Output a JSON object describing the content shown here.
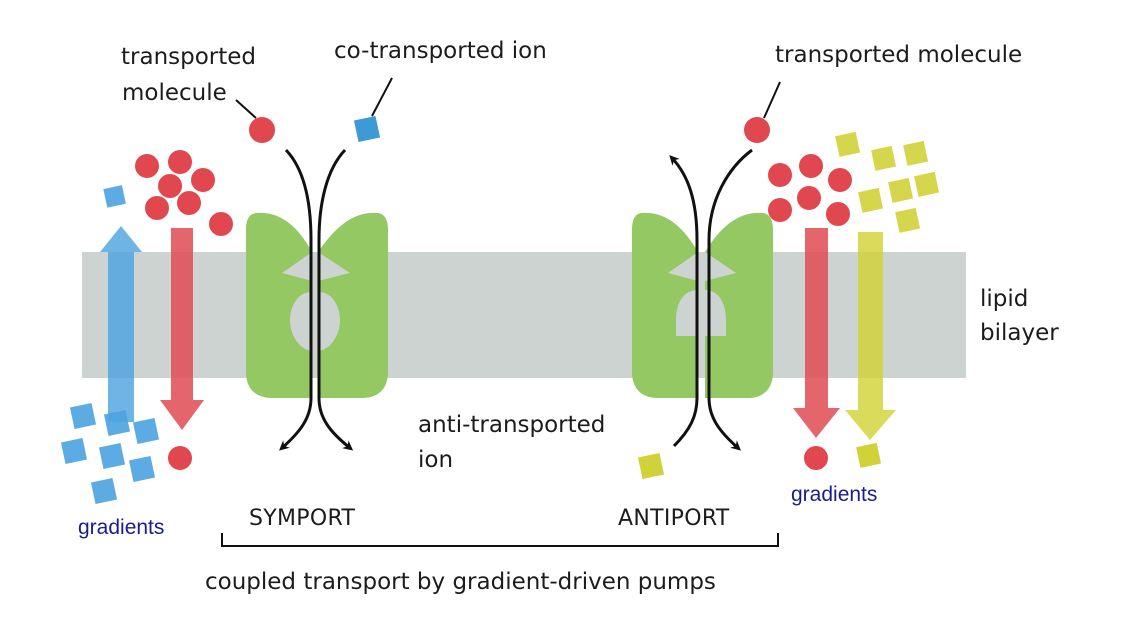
{
  "labels": {
    "transported_molecule_left_line1": "transported",
    "transported_molecule_left_line2": "molecule",
    "co_transported_ion": "co-transported ion",
    "transported_molecule_right": "transported molecule",
    "lipid_line1": "lipid",
    "lipid_line2": "bilayer",
    "anti_ion_line1": "anti-transported",
    "anti_ion_line2": "ion",
    "symport": "SYMPORT",
    "antiport": "ANTIPORT",
    "gradients_left": "gradients",
    "gradients_right": "gradients",
    "caption": "coupled transport by gradient-driven pumps"
  },
  "colors": {
    "membrane": "#cdd3d0",
    "protein": "#93c863",
    "molecule": "#e0474e",
    "co_ion": "#3d9ad6",
    "anti_ion": "#d1d13a",
    "gradient_text": "#1a1e8c",
    "arrow_red": "#e14a53",
    "arrow_blue": "#4aa3e0",
    "arrow_yellow": "#d2d232"
  },
  "icons": {
    "molecule": "red-circle",
    "co_ion": "blue-square",
    "anti_ion": "yellow-square",
    "flow": "black-curved-arrow",
    "gradient": "translucent-block-arrow"
  }
}
